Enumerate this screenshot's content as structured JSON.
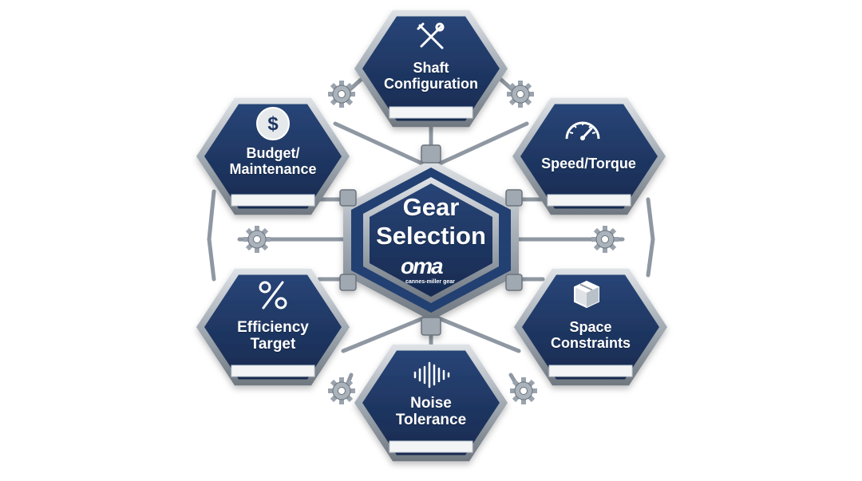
{
  "center": {
    "title_line1": "Gear",
    "title_line2": "Selection",
    "logo_word": "oma",
    "logo_subtext": "cannes-miller gear"
  },
  "factors": [
    {
      "id": "shaft",
      "line1": "Shaft",
      "line2": "Configuration",
      "icon": "crossed-tools-icon"
    },
    {
      "id": "speed",
      "line1": "Speed/Torque",
      "line2": "",
      "icon": "speedometer-icon"
    },
    {
      "id": "space",
      "line1": "Space",
      "line2": "Constraints",
      "icon": "box-icon"
    },
    {
      "id": "noise",
      "line1": "Noise",
      "line2": "Tolerance",
      "icon": "soundwave-icon"
    },
    {
      "id": "efficiency",
      "line1": "Efficiency",
      "line2": "Target",
      "icon": "percent-icon"
    },
    {
      "id": "budget",
      "line1": "Budget/",
      "line2": "Maintenance",
      "icon": "dollar-icon"
    }
  ],
  "colors": {
    "hex_fill": "#1d3461",
    "frame": "#9aa3ad",
    "frame_dark": "#6b737c",
    "connector": "#8f98a2",
    "background": "#ffffff"
  }
}
